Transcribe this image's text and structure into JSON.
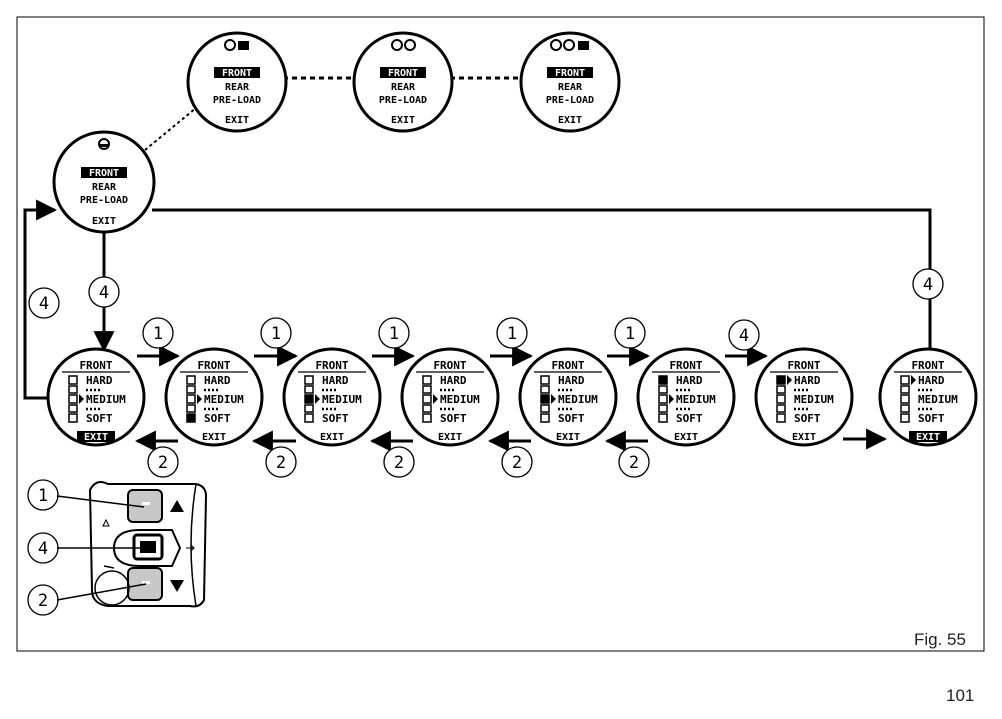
{
  "figure": {
    "caption": "Fig. 55",
    "page_number": "101"
  },
  "menu": {
    "front": "FRONT",
    "rear": "REAR",
    "preload": "PRE-LOAD",
    "exit": "EXIT"
  },
  "levels": {
    "hard": "HARD",
    "medium": "MEDIUM",
    "soft": "SOFT"
  },
  "callouts": {
    "up": "1",
    "down": "2",
    "confirm": "4"
  },
  "icons": {
    "rider_single": "rider-icon",
    "rider_with_luggage": "rider-luggage-icon",
    "rider_passenger": "rider-passenger-icon",
    "rider_passenger_luggage": "rider-passenger-luggage-icon"
  }
}
